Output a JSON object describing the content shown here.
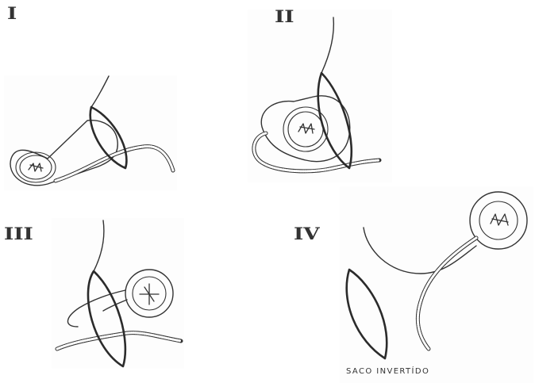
{
  "figure": {
    "panels": [
      {
        "numeral": "I"
      },
      {
        "numeral": "II"
      },
      {
        "numeral": "III"
      },
      {
        "numeral": "IV"
      }
    ],
    "caption": "SACO INVERTÍDO"
  },
  "colors": {
    "ink": "#333333",
    "background": "#ffffff"
  }
}
